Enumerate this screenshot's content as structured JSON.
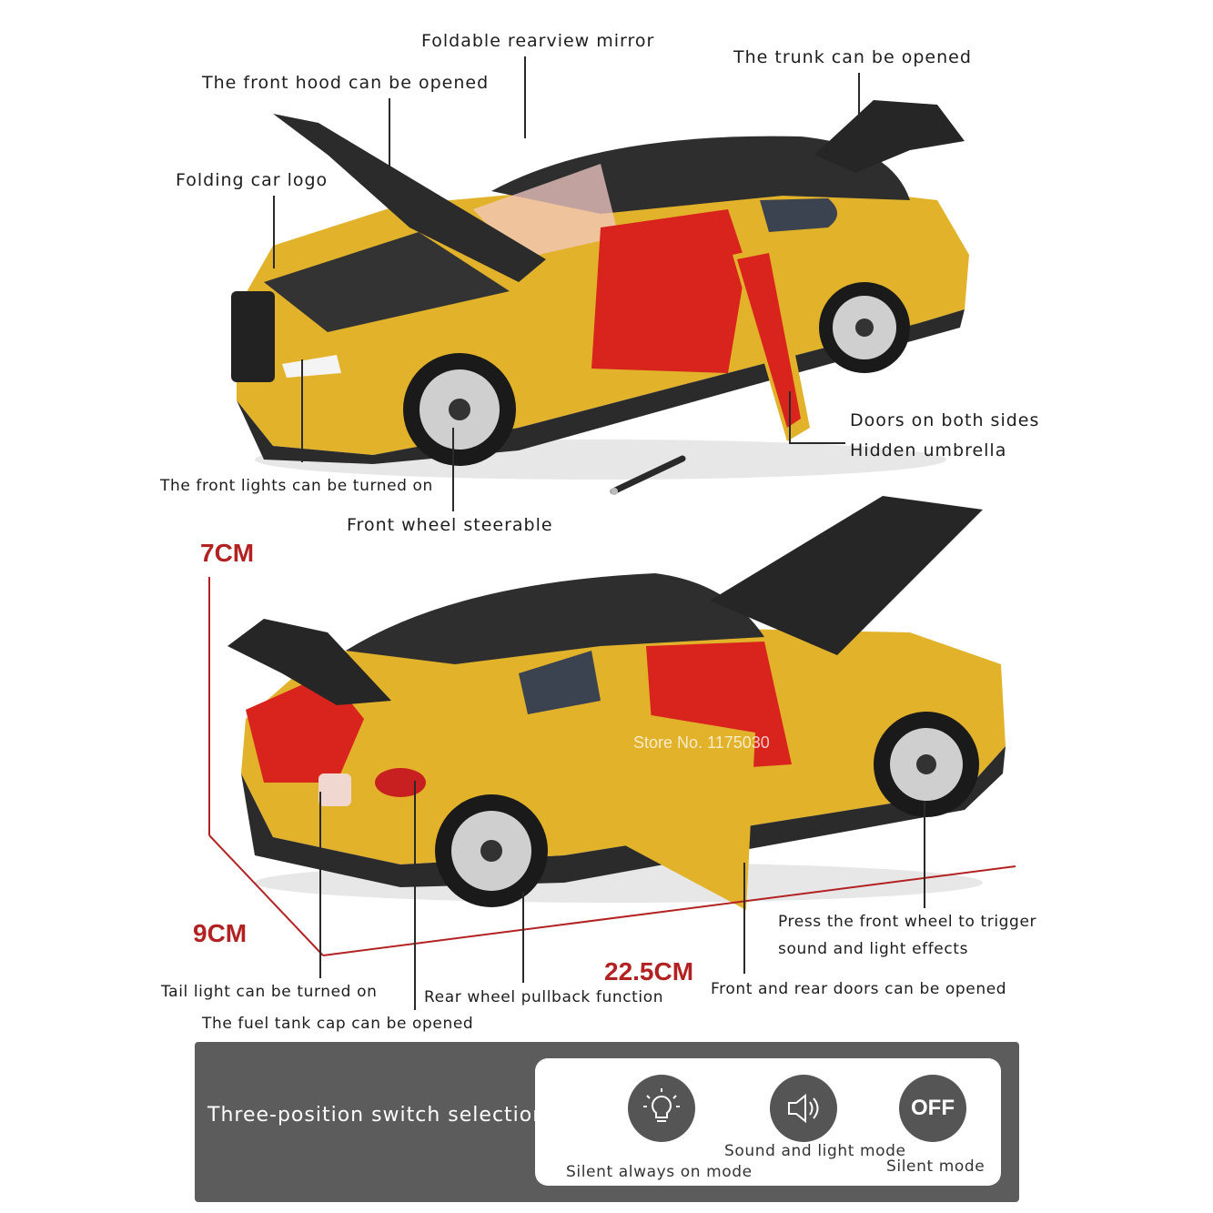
{
  "top_car_labels": {
    "mirror": "Foldable rearview mirror",
    "trunk": "The trunk can be opened",
    "hood": "The front hood can be opened",
    "logo": "Folding car logo",
    "doors": "Doors on both sides",
    "umbrella": "Hidden umbrella",
    "front_lights": "The front lights can be turned on",
    "steer": "Front wheel steerable"
  },
  "bottom_car_labels": {
    "press_line1": "Press the front wheel to trigger",
    "press_line2": "sound and light effects",
    "tail_light": "Tail light can be turned on",
    "rear_wheel": "Rear wheel pullback function",
    "doors_open": "Front and rear doors can be opened",
    "fuel_cap": "The fuel tank cap can be opened"
  },
  "dimensions": {
    "height": "7CM",
    "width": "9CM",
    "length": "22.5CM"
  },
  "watermark": "Store No. 1175030",
  "switch_panel": {
    "title": "Three-position switch selection",
    "modes": [
      {
        "label": "Silent always on mode",
        "icon": "lightbulb-icon"
      },
      {
        "label": "Sound and light mode",
        "icon": "speaker-icon"
      },
      {
        "label": "Silent mode",
        "icon": "off-icon",
        "text": "OFF"
      }
    ]
  },
  "colors": {
    "car_body": "#e1b22a",
    "car_roof": "#2e2e2e",
    "interior": "#d8241c",
    "dimension_red": "#b22222",
    "panel_bg": "#5c5c5c"
  }
}
